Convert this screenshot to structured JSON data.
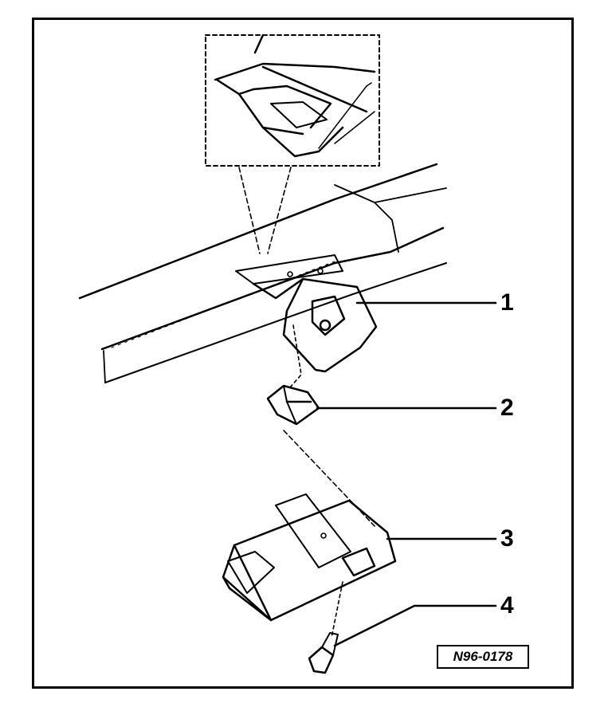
{
  "diagram": {
    "callouts": [
      "1",
      "2",
      "3",
      "4"
    ],
    "reference_code": "N96-0178"
  }
}
